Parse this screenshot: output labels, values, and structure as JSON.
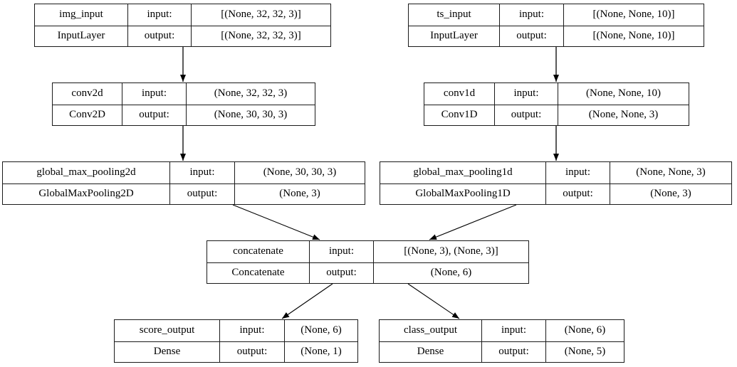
{
  "diagram": {
    "type": "keras-model-architecture",
    "labels": {
      "input": "input:",
      "output": "output:"
    },
    "colors": {
      "border": "#1a1a1a",
      "background": "#ffffff",
      "text": "#000000",
      "edge": "#000000"
    },
    "nodes": [
      {
        "id": "img_input",
        "name": "img_input",
        "layer": "InputLayer",
        "input_shape": "[(None, 32, 32, 3)]",
        "output_shape": "[(None, 32, 32, 3)]"
      },
      {
        "id": "ts_input",
        "name": "ts_input",
        "layer": "InputLayer",
        "input_shape": "[(None, None, 10)]",
        "output_shape": "[(None, None, 10)]"
      },
      {
        "id": "conv2d",
        "name": "conv2d",
        "layer": "Conv2D",
        "input_shape": "(None, 32, 32, 3)",
        "output_shape": "(None, 30, 30, 3)"
      },
      {
        "id": "conv1d",
        "name": "conv1d",
        "layer": "Conv1D",
        "input_shape": "(None, None, 10)",
        "output_shape": "(None, None, 3)"
      },
      {
        "id": "global_max_pooling2d",
        "name": "global_max_pooling2d",
        "layer": "GlobalMaxPooling2D",
        "input_shape": "(None, 30, 30, 3)",
        "output_shape": "(None, 3)"
      },
      {
        "id": "global_max_pooling1d",
        "name": "global_max_pooling1d",
        "layer": "GlobalMaxPooling1D",
        "input_shape": "(None, None, 3)",
        "output_shape": "(None, 3)"
      },
      {
        "id": "concatenate",
        "name": "concatenate",
        "layer": "Concatenate",
        "input_shape": "[(None, 3), (None, 3)]",
        "output_shape": "(None, 6)"
      },
      {
        "id": "score_output",
        "name": "score_output",
        "layer": "Dense",
        "input_shape": "(None, 6)",
        "output_shape": "(None, 1)"
      },
      {
        "id": "class_output",
        "name": "class_output",
        "layer": "Dense",
        "input_shape": "(None, 6)",
        "output_shape": "(None, 5)"
      }
    ],
    "edges": [
      {
        "from": "img_input",
        "to": "conv2d"
      },
      {
        "from": "ts_input",
        "to": "conv1d"
      },
      {
        "from": "conv2d",
        "to": "global_max_pooling2d"
      },
      {
        "from": "conv1d",
        "to": "global_max_pooling1d"
      },
      {
        "from": "global_max_pooling2d",
        "to": "concatenate"
      },
      {
        "from": "global_max_pooling1d",
        "to": "concatenate"
      },
      {
        "from": "concatenate",
        "to": "score_output"
      },
      {
        "from": "concatenate",
        "to": "class_output"
      }
    ]
  }
}
